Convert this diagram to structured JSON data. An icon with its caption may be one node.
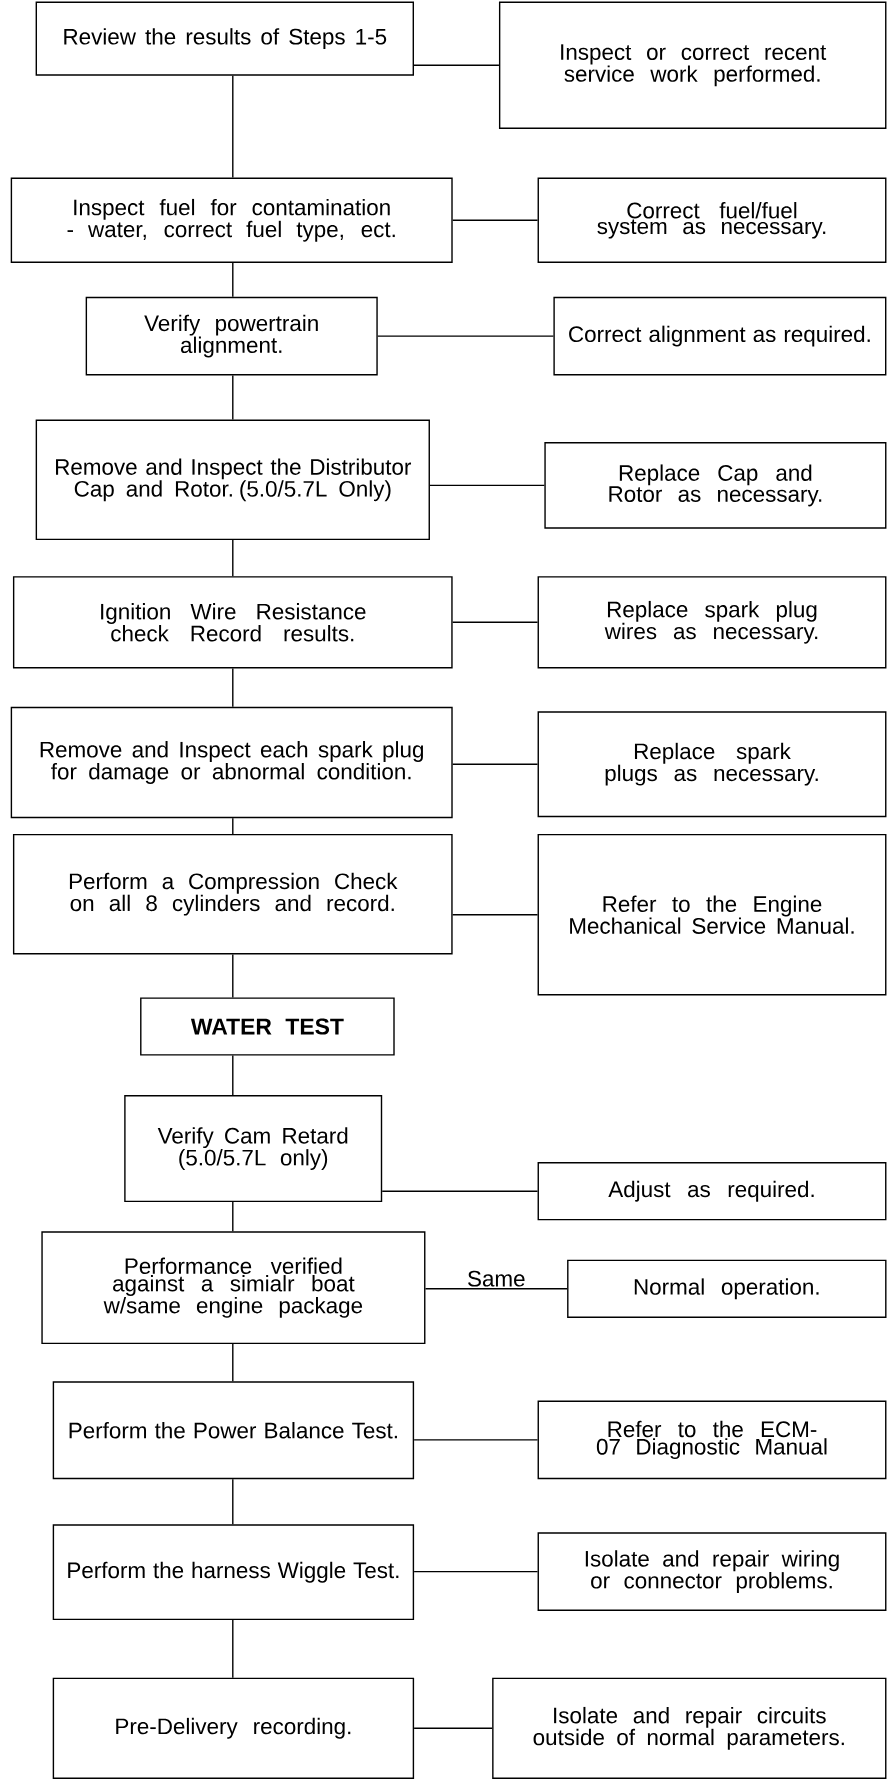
{
  "diagram": {
    "nodes": [
      {
        "text": [
          "Review the results of  Steps 1-5"
        ]
      },
      {
        "text": [
          "Inspect or correct recent service work performed."
        ]
      },
      {
        "text": [
          "Inspect fuel for contamination - water, correct fuel type, ect."
        ]
      },
      {
        "text": [
          "Correct fuel/fuel system as necessary."
        ]
      },
      {
        "text": [
          "Verify powertrain alignment."
        ]
      },
      {
        "text": [
          "Correct alignment as required."
        ]
      },
      {
        "text": [
          "Remove and Inspect the Distributor Cap and Rotor. (5.0/5.7L Only)"
        ]
      },
      {
        "text": [
          "Replace Cap and Rotor as necessary."
        ]
      },
      {
        "text": [
          "Ignition Wire Resistance check Record results."
        ]
      },
      {
        "text": [
          "Replace spark plug wires as necessary."
        ]
      },
      {
        "text": [
          "Remove and Inspect each spark plug for damage or abnormal condition."
        ]
      },
      {
        "text": [
          "Replace spark plugs as necessary."
        ]
      },
      {
        "text": [
          "Perform a Compression Check on all 8 cylinders and record."
        ]
      },
      {
        "text": [
          "Refer to the Engine Mechanical Service Manual."
        ]
      },
      {
        "text": [
          "WATER TEST"
        ]
      },
      {
        "text": [
          "Verify Cam Retard (5.0/5.7L only)"
        ]
      },
      {
        "text": [
          "Adjust as required."
        ]
      },
      {
        "text": [
          "Performance verified against a simialr boat w/same engine package"
        ]
      },
      {
        "text": [
          "Normal operation."
        ]
      },
      {
        "text": [
          "Perform the Power Balance Test."
        ]
      },
      {
        "text": [
          "Refer to the ECM-07 Diagnostic Manual"
        ]
      },
      {
        "text": [
          "Perform the harness Wiggle Test."
        ]
      },
      {
        "text": [
          "Isolate and repair wiring or connector problems."
        ]
      },
      {
        "text": [
          "Pre-Delivery recording."
        ]
      },
      {
        "text": [
          "Isolate and repair circuits outside of normal parameters."
        ]
      }
    ],
    "edges": [
      {
        "from": 0,
        "to": 1,
        "arrow": "none"
      },
      {
        "from": 0,
        "to": 2,
        "arrow": "none"
      },
      {
        "from": 2,
        "to": 3,
        "arrow": "none"
      },
      {
        "from": 2,
        "to": 4,
        "arrow": "none"
      },
      {
        "from": 4,
        "to": 5,
        "arrow": "none"
      },
      {
        "from": 4,
        "to": 6,
        "arrow": "none"
      },
      {
        "from": 6,
        "to": 7,
        "arrow": "none"
      },
      {
        "from": 6,
        "to": 8,
        "arrow": "none"
      },
      {
        "from": 8,
        "to": 9,
        "arrow": "none"
      },
      {
        "from": 8,
        "to": 10,
        "arrow": "none"
      },
      {
        "from": 10,
        "to": 11,
        "arrow": "none"
      },
      {
        "from": 10,
        "to": 12,
        "arrow": "none"
      },
      {
        "from": 12,
        "to": 13,
        "arrow": "none"
      },
      {
        "from": 12,
        "to": 14,
        "arrow": "none"
      },
      {
        "from": 14,
        "to": 15,
        "arrow": "none"
      },
      {
        "from": 15,
        "to": 16,
        "arrow": "none"
      },
      {
        "from": 15,
        "to": 17,
        "arrow": "none"
      },
      {
        "from": 17,
        "to": 18,
        "label": "Same",
        "arrow": "none"
      },
      {
        "from": 17,
        "to": 19,
        "arrow": "none"
      },
      {
        "from": 19,
        "to": 20,
        "arrow": "none"
      },
      {
        "from": 19,
        "to": 21,
        "arrow": "none"
      },
      {
        "from": 21,
        "to": 22,
        "arrow": "none"
      },
      {
        "from": 21,
        "to": 23,
        "arrow": "none"
      },
      {
        "from": 23,
        "to": 24,
        "arrow": "none"
      }
    ]
  }
}
